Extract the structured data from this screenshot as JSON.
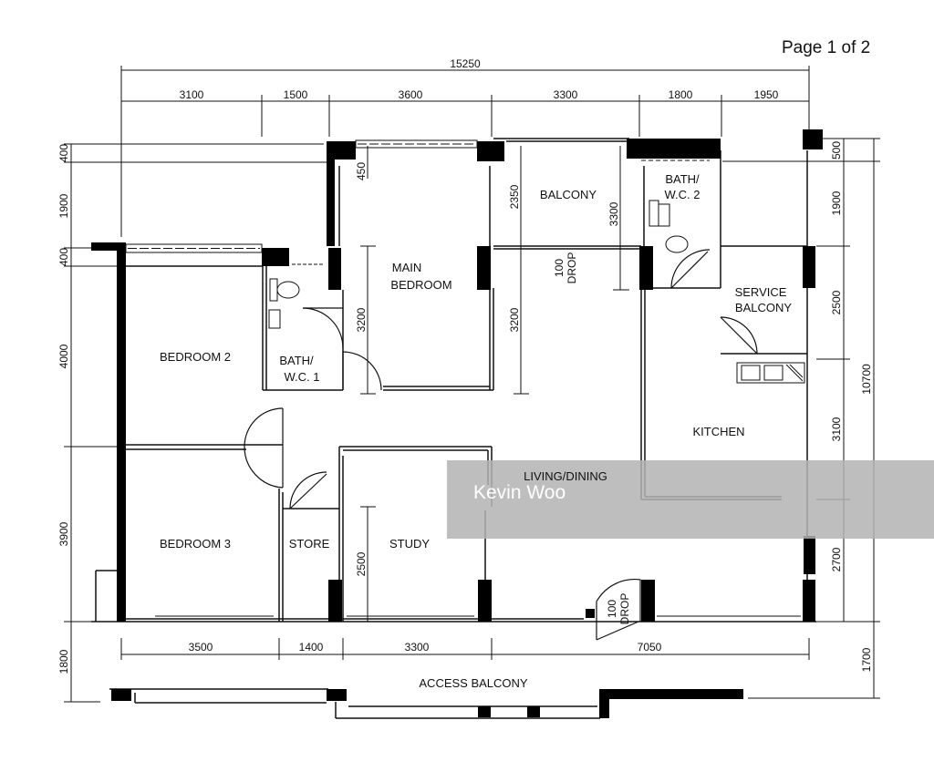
{
  "page_label": "Page 1 of 2",
  "watermark": {
    "text": "Kevin Woo",
    "color": "#b3b3b3"
  },
  "colors": {
    "line": "#111111",
    "wall": "#000000",
    "background": "#ffffff"
  },
  "dimensions": {
    "top_overall": "15250",
    "top_segments": [
      "3100",
      "1500",
      "3600",
      "3300",
      "1800",
      "1950"
    ],
    "bottom_segments": [
      "3500",
      "1400",
      "3300",
      "7050"
    ],
    "left_segments": [
      "400",
      "1900",
      "400",
      "4000",
      "3900",
      "1800"
    ],
    "right_segments": [
      "500",
      "1900",
      "2500",
      "3100",
      "2700",
      "1700"
    ],
    "right_overall": "10700",
    "inner": {
      "d450": "450",
      "d2350": "2350",
      "d3300": "3300",
      "d3200_bath": "3200",
      "d3200_living": "3200",
      "d2500": "2500"
    }
  },
  "rooms": {
    "balcony": "BALCONY",
    "bath2_l1": "BATH/",
    "bath2_l2": "W.C. 2",
    "main_l1": "MAIN",
    "main_l2": "BEDROOM",
    "service_l1": "SERVICE",
    "service_l2": "BALCONY",
    "bedroom2": "BEDROOM 2",
    "bath1_l1": "BATH/",
    "bath1_l2": "W.C. 1",
    "kitchen": "KITCHEN",
    "living": "LIVING/DINING",
    "bedroom3": "BEDROOM 3",
    "store": "STORE",
    "study": "STUDY",
    "access": "ACCESS BALCONY"
  },
  "drops": {
    "balcony_num": "100",
    "balcony_word": "DROP",
    "entry_num": "100",
    "entry_word": "DROP"
  }
}
